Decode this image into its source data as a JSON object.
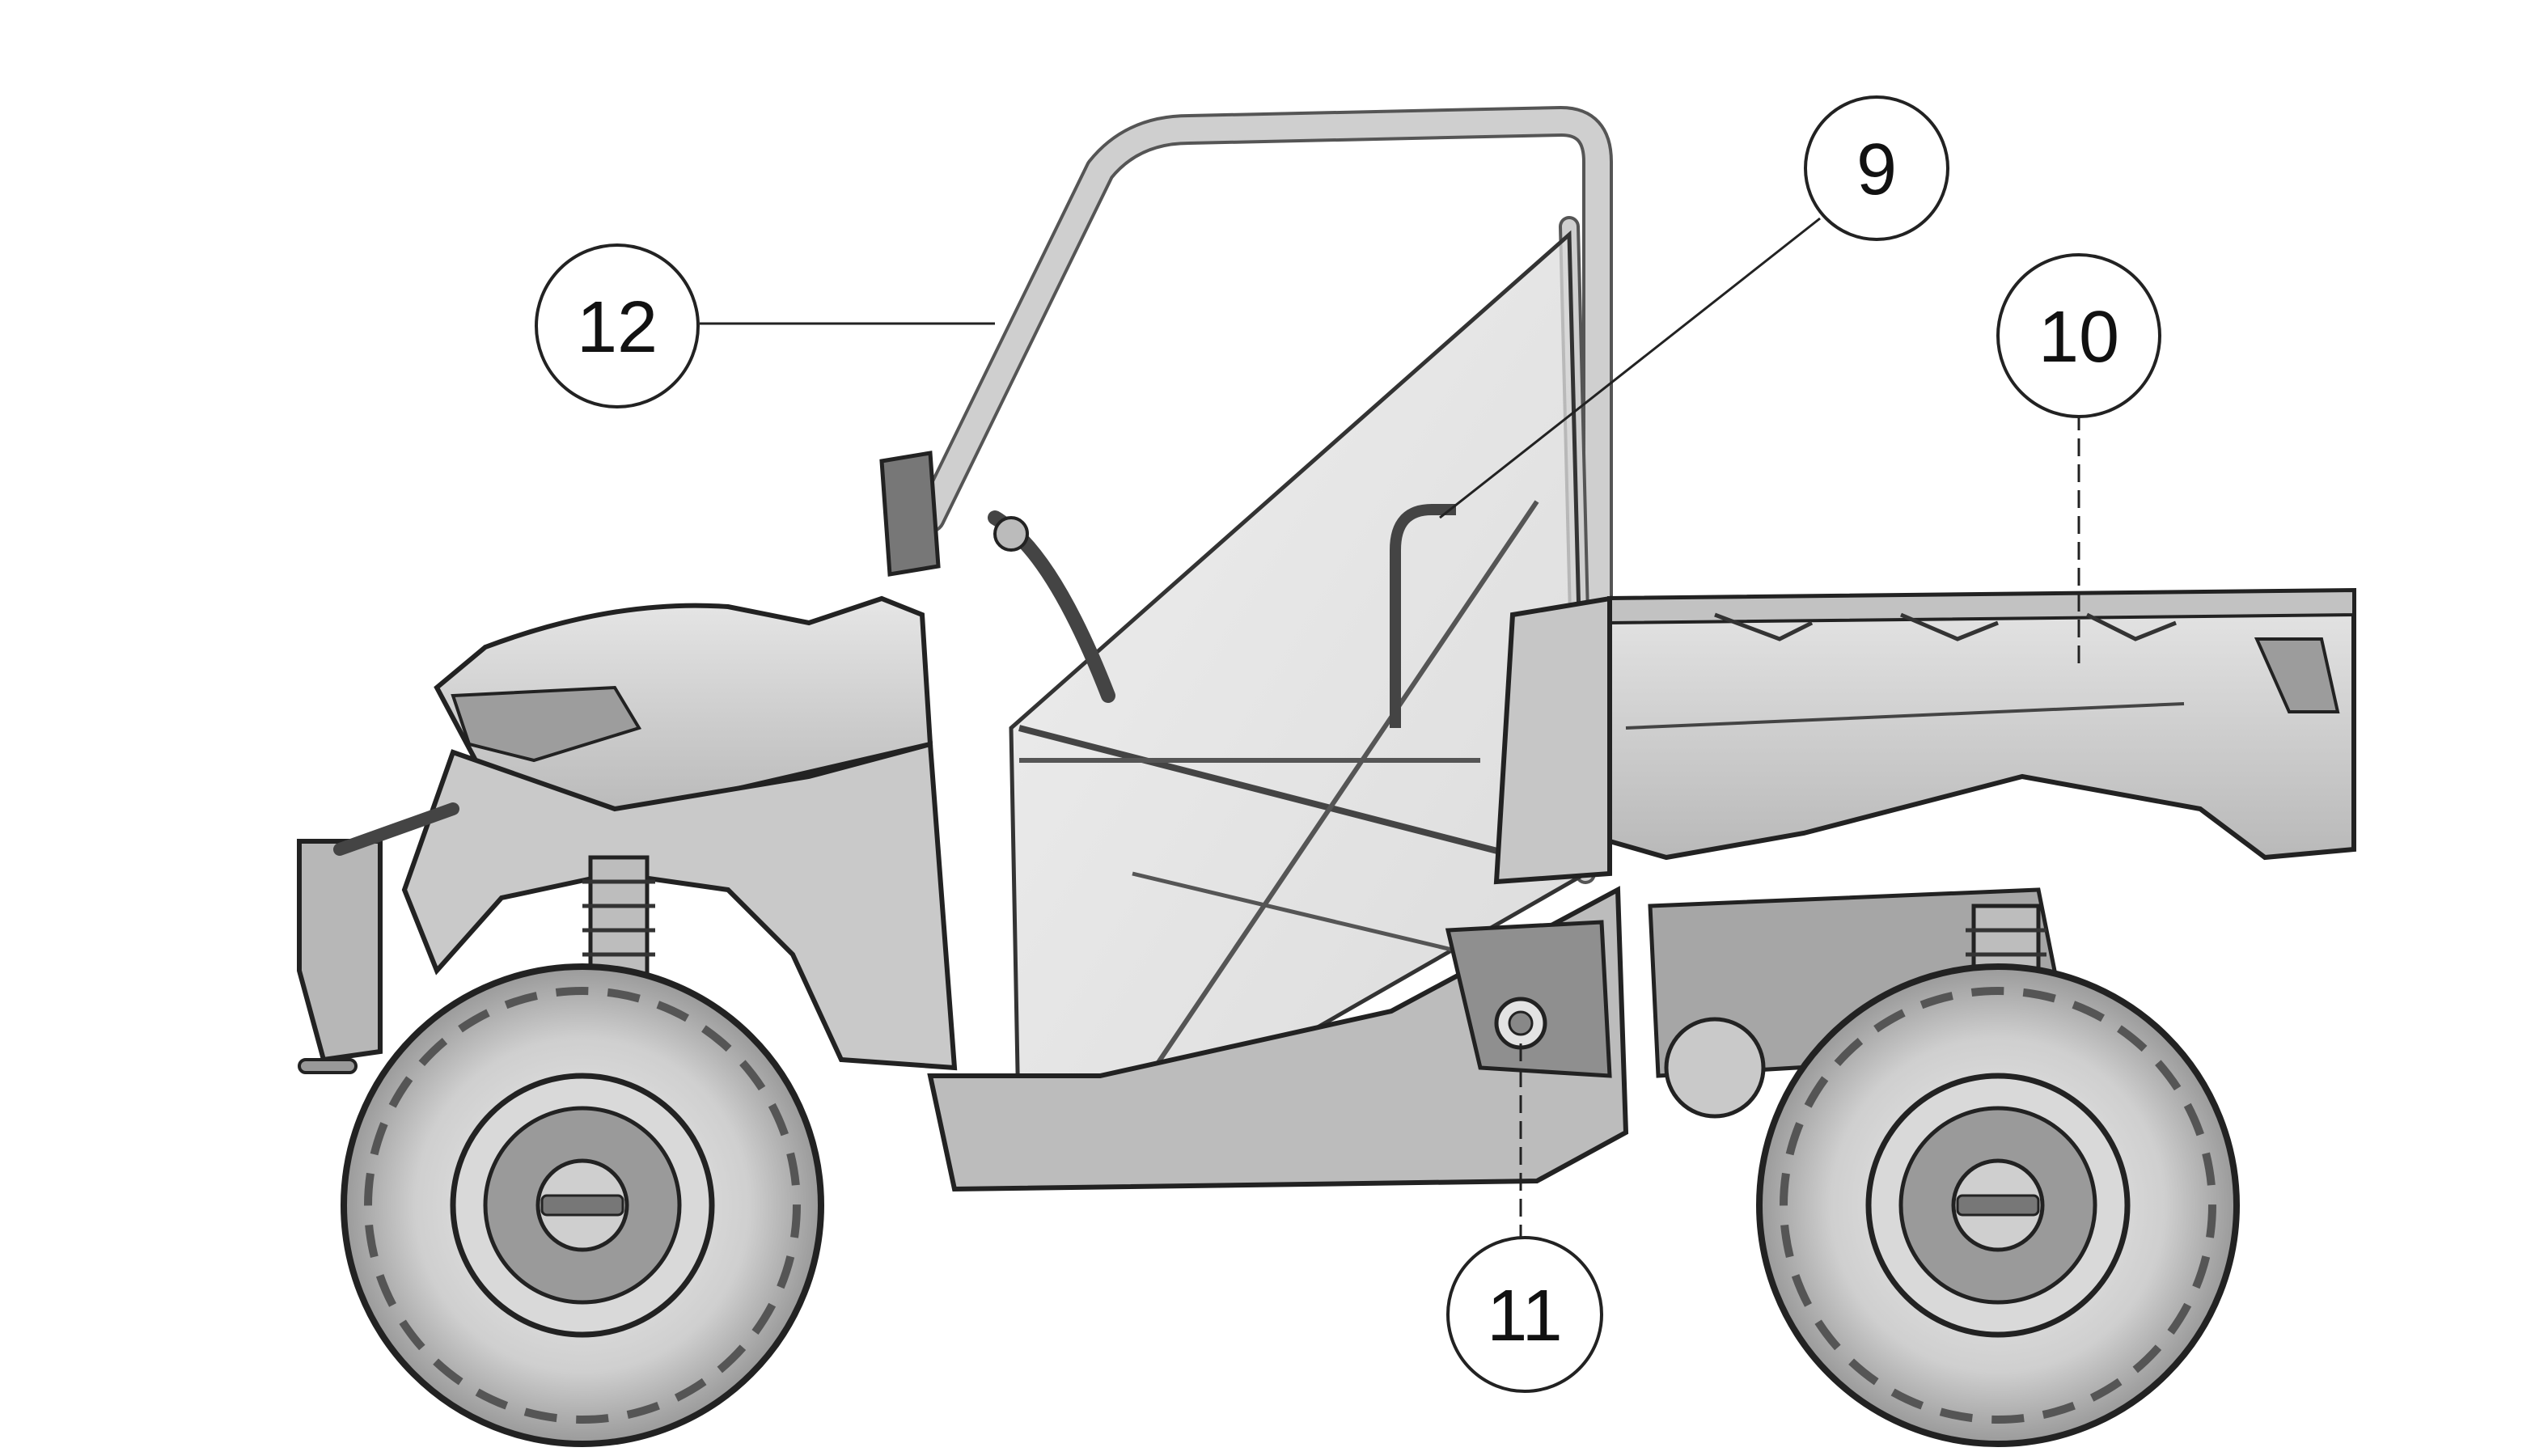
{
  "diagram": {
    "subject": "side-view-utility-vehicle",
    "line_color": "#222222",
    "body_fill": "#d4d4d4",
    "shadow_fill": "#a8a8a8",
    "callouts": [
      {
        "id": "9",
        "label": "9"
      },
      {
        "id": "10",
        "label": "10"
      },
      {
        "id": "11",
        "label": "11"
      },
      {
        "id": "12",
        "label": "12"
      }
    ]
  }
}
